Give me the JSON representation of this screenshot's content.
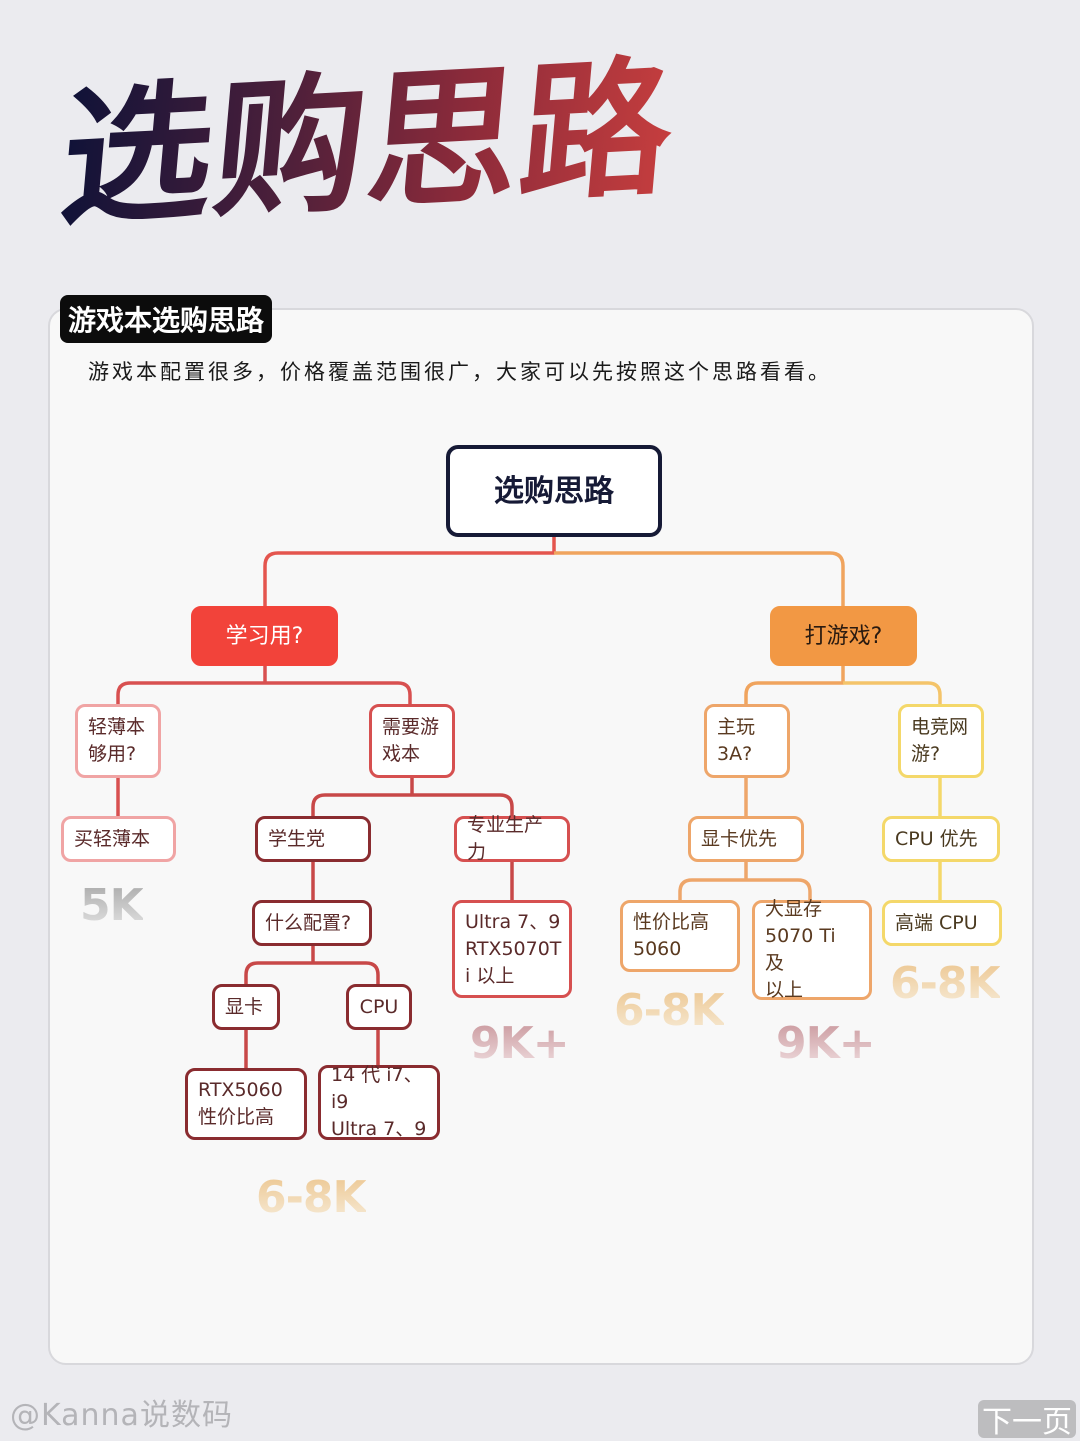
{
  "hero": {
    "title": "选购思路"
  },
  "section": {
    "tag": "游戏本选购思路",
    "intro": "游戏本配置很多，价格覆盖范围很广，大家可以先按照这个思路看看。"
  },
  "colors": {
    "root_border": "#161a36",
    "study_branch": "#f2433a",
    "game_branch": "#f29844",
    "esports_branch": "#f4d86a"
  },
  "diagram": {
    "root": "选购思路",
    "study": {
      "label": "学习用?",
      "light": {
        "label": "轻薄本够用?",
        "lines": [
          "轻薄本",
          "够用?"
        ],
        "result": "买轻薄本",
        "price": "5K"
      },
      "need_gaming": {
        "lines": [
          "需要游",
          "戏本"
        ],
        "student": {
          "label": "学生党",
          "question": "什么配置?",
          "gpu": {
            "label": "显卡",
            "result_lines": [
              "RTX5060",
              "性价比高"
            ]
          },
          "cpu": {
            "label": "CPU",
            "result_lines": [
              "14 代 i7、i9",
              "Ultra 7、9"
            ]
          },
          "price": "6-8K"
        },
        "pro": {
          "label": "专业生产力",
          "result_lines": [
            "Ultra 7、9",
            "RTX5070T",
            "i 以上"
          ],
          "price": "9K+"
        }
      }
    },
    "game": {
      "label": "打游戏?",
      "aaa": {
        "lines": [
          "主玩",
          "3A?"
        ],
        "priority": "显卡优先",
        "value": {
          "lines": [
            "性价比高",
            "5060"
          ],
          "price": "6-8K"
        },
        "vram": {
          "lines": [
            "大显存",
            "5070 Ti 及",
            "以上"
          ],
          "price": "9K+"
        }
      },
      "esports": {
        "lines": [
          "电竞网",
          "游?"
        ],
        "priority": "CPU 优先",
        "result": "高端 CPU",
        "price": "6-8K"
      }
    }
  },
  "footer": {
    "watermark": "@Kanna说数码",
    "next_label": "下一页"
  }
}
